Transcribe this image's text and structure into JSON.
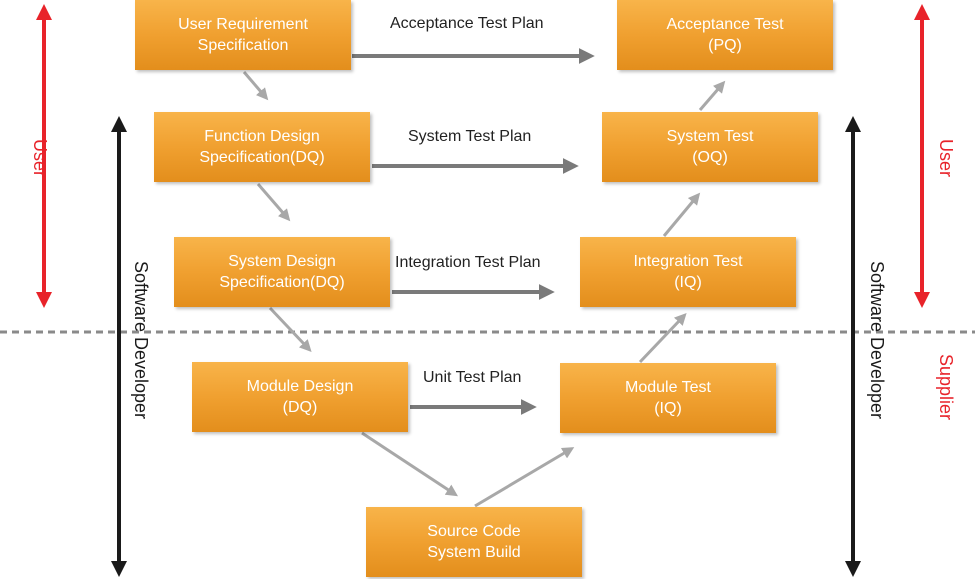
{
  "boxes": {
    "urs": {
      "line1": "User Requirement",
      "line2": "Specification"
    },
    "fds": {
      "line1": "Function Design",
      "line2": "Specification(DQ)"
    },
    "sds": {
      "line1": "System Design",
      "line2": "Specification(DQ)"
    },
    "md": {
      "line1": "Module Design",
      "line2": "(DQ)"
    },
    "scb": {
      "line1": "Source Code",
      "line2": "System Build"
    },
    "mt": {
      "line1": "Module Test",
      "line2": "(IQ)"
    },
    "it": {
      "line1": "Integration Test",
      "line2": "(IQ)"
    },
    "st": {
      "line1": "System Test",
      "line2": "(OQ)"
    },
    "at": {
      "line1": "Acceptance Test",
      "line2": "(PQ)"
    }
  },
  "plans": {
    "acceptance": "Acceptance Test Plan",
    "system": "System Test Plan",
    "integration": "Integration Test Plan",
    "unit": "Unit Test Plan"
  },
  "side_labels": {
    "user_left": "User",
    "user_right": "User",
    "supplier": "Supplier",
    "developer_left": "Software Developer",
    "developer_right": "Software Developer"
  },
  "colors": {
    "box": "#f0a030",
    "user_arrow": "#e8232a",
    "developer_arrow": "#1a1a1a",
    "plan_arrow": "#7a7a7a",
    "flow_arrow": "#a8a8a8",
    "divider": "#8a8a8a"
  }
}
